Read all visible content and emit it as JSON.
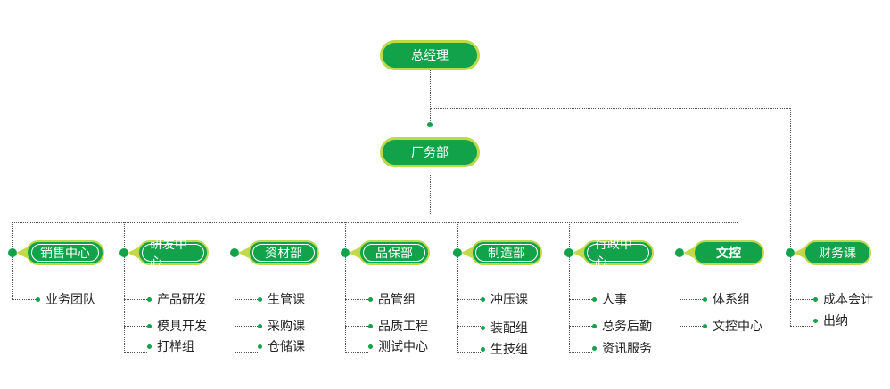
{
  "top": {
    "gm": "总经理",
    "factory": "厂务部"
  },
  "depts": [
    {
      "name": "销售中心",
      "subs": [
        "业务团队"
      ]
    },
    {
      "name": "研发中心",
      "subs": [
        "产品研发",
        "模具开发",
        "打样组"
      ]
    },
    {
      "name": "资材部",
      "subs": [
        "生管课",
        "采购课",
        "仓储课"
      ]
    },
    {
      "name": "品保部",
      "subs": [
        "品管组",
        "品质工程",
        "测试中心"
      ]
    },
    {
      "name": "制造部",
      "subs": [
        "冲压课",
        "装配组",
        "生技组"
      ]
    },
    {
      "name": "行政中心",
      "subs": [
        "人事",
        "总务后勤",
        "资讯服务"
      ]
    },
    {
      "name": "文控",
      "subs": [
        "体系组",
        "文控中心"
      ]
    },
    {
      "name": "财务课",
      "subs": [
        "成本会计",
        "出纳"
      ]
    }
  ]
}
